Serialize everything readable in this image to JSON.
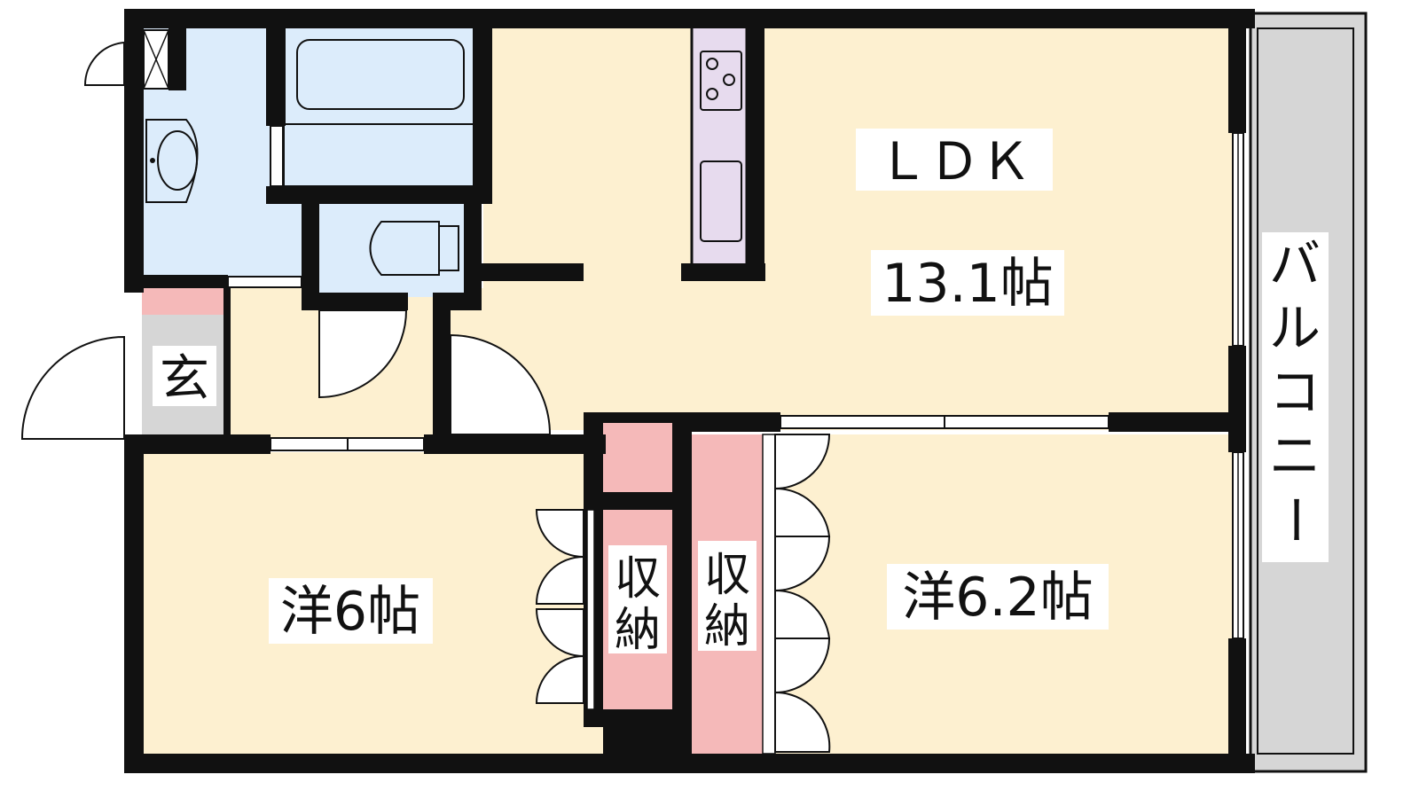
{
  "rooms": {
    "ldk_name": "ＬＤＫ",
    "ldk_size": "13.1帖",
    "western_left": "洋6帖",
    "western_right": "洋6.2帖",
    "entrance": "玄",
    "storage_left": [
      "収",
      "納"
    ],
    "storage_right": [
      "収",
      "納"
    ],
    "balcony": [
      "バ",
      "ル",
      "コ",
      "ニ",
      "ー"
    ]
  },
  "colors": {
    "living": "#fdf0d0",
    "wet_area": "#dcecfb",
    "storage": "#f5b9b9",
    "kitchen": "#e7dbee",
    "balcony": "#d6d6d6",
    "entrance": "#d6d6d6",
    "wall": "#111111"
  }
}
